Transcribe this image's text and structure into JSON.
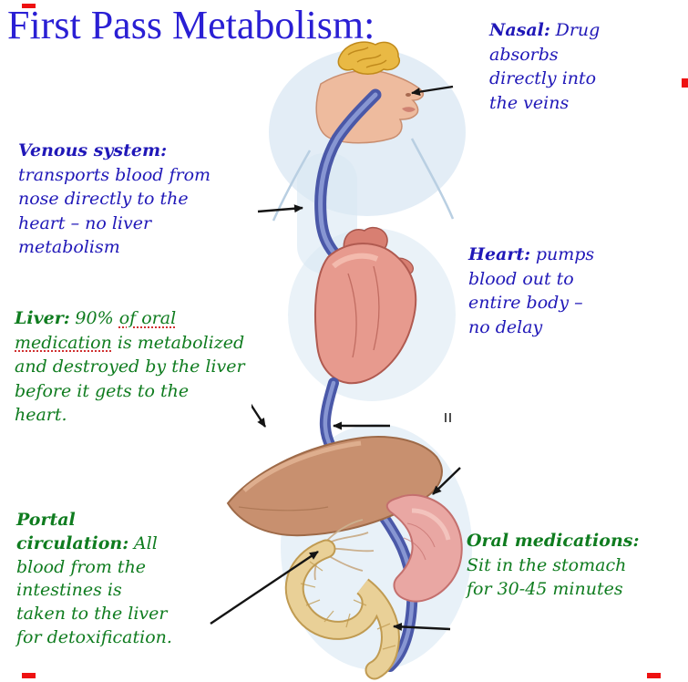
{
  "title": "First Pass Metabolism:",
  "annotations": {
    "nasal": {
      "term": "Nasal:",
      "desc": "Drug absorbs directly into the veins"
    },
    "venous_system": {
      "term": "Venous system:",
      "desc": "transports blood from nose directly to the heart – no liver metabolism"
    },
    "heart": {
      "term": "Heart:",
      "desc": "pumps blood out to entire body – no delay"
    },
    "liver": {
      "term": "Liver:",
      "desc_start": "90% ",
      "desc_underlined": "of oral medication",
      "desc_end": " is metabolized and destroyed by the liver before it gets to the heart."
    },
    "portal_circulation": {
      "term": "Portal circulation:",
      "desc": "All blood from the intestines is taken to the liver for detoxification."
    },
    "oral_medications": {
      "term": "Oral medications:",
      "desc": "Sit in the stomach for 30-45 minutes"
    }
  },
  "illustration_parts": [
    "head-profile",
    "nasal-cavity",
    "jugular-vein",
    "aorta",
    "heart",
    "vena-cava",
    "liver",
    "portal-vein",
    "stomach",
    "intestine"
  ],
  "colors": {
    "title_blue": "#2a1fd4",
    "blue_label": "#2018b8",
    "green_label": "#0f7c1f",
    "arrow_black": "#141414",
    "red_mark": "#ee1111",
    "skin": "#eebb9e",
    "skin_outline": "#c98e70",
    "nasal_yellow": "#e9b944",
    "vein_blue": "#4a58a8",
    "vein_light": "#8796d2",
    "heart_pink": "#e79a8e",
    "heart_outline": "#b05a50",
    "liver_tan": "#c8906f",
    "liver_outline": "#9e6a48",
    "stomach_pink": "#e9a7a3",
    "stomach_outline": "#c4706e",
    "intestine_yellow": "#e9d097",
    "intestine_outline": "#c09b52",
    "backdrop_blue": "#d9e7f3"
  }
}
